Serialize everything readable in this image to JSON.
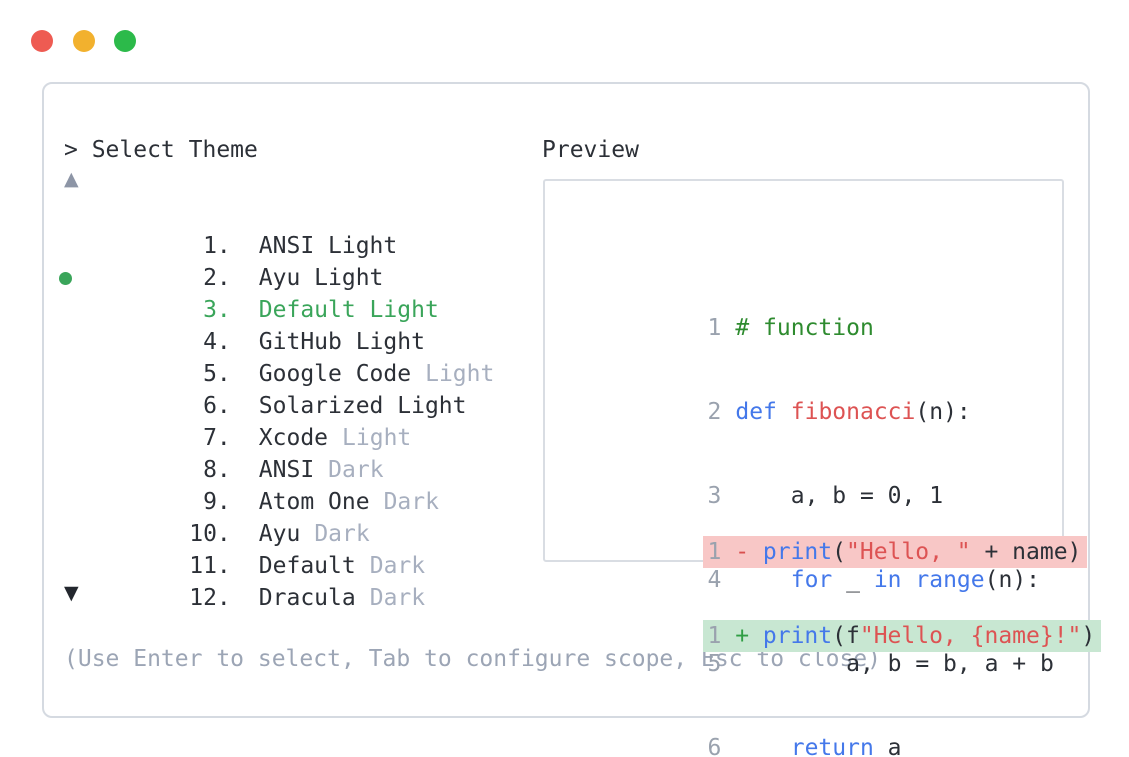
{
  "window": {
    "controls": [
      {
        "name": "close",
        "color": "#ee5b52"
      },
      {
        "name": "minimize",
        "color": "#f2b12e"
      },
      {
        "name": "zoom",
        "color": "#2cba4a"
      }
    ]
  },
  "picker": {
    "prompt": "> Select Theme",
    "scroll_up": "▲",
    "scroll_down": "▼",
    "help": "(Use Enter to select, Tab to configure scope, Esc to close)",
    "selected_index": 3,
    "items": [
      {
        "number": "1.",
        "name": "ANSI Light",
        "suffix": "",
        "selected": false
      },
      {
        "number": "2.",
        "name": "Ayu Light",
        "suffix": "",
        "selected": false
      },
      {
        "number": "3.",
        "name": "Default Light",
        "suffix": "",
        "selected": true
      },
      {
        "number": "4.",
        "name": "GitHub Light",
        "suffix": "",
        "selected": false
      },
      {
        "number": "5.",
        "name": "Google Code",
        "suffix": "Light",
        "selected": false
      },
      {
        "number": "6.",
        "name": "Solarized Light",
        "suffix": "",
        "selected": false
      },
      {
        "number": "7.",
        "name": "Xcode",
        "suffix": "Light",
        "selected": false
      },
      {
        "number": "8.",
        "name": "ANSI",
        "suffix": "Dark",
        "selected": false
      },
      {
        "number": "9.",
        "name": "Atom One",
        "suffix": "Dark",
        "selected": false
      },
      {
        "number": "10.",
        "name": "Ayu",
        "suffix": "Dark",
        "selected": false
      },
      {
        "number": "11.",
        "name": "Default",
        "suffix": "Dark",
        "selected": false
      },
      {
        "number": "12.",
        "name": "Dracula",
        "suffix": "Dark",
        "selected": false
      }
    ]
  },
  "preview": {
    "label": "Preview",
    "code_lines": [
      {
        "num": "1",
        "segs": [
          {
            "c": "tok-com",
            "t": "# function"
          }
        ]
      },
      {
        "num": "2",
        "segs": [
          {
            "c": "tok-kw",
            "t": "def"
          },
          {
            "c": "tok-pl",
            "t": " "
          },
          {
            "c": "tok-fn",
            "t": "fibonacci"
          },
          {
            "c": "tok-pl",
            "t": "(n):"
          }
        ]
      },
      {
        "num": "3",
        "segs": [
          {
            "c": "tok-pl",
            "t": "    a, b = 0, 1"
          }
        ]
      },
      {
        "num": "4",
        "segs": [
          {
            "c": "tok-pl",
            "t": "    "
          },
          {
            "c": "tok-kw",
            "t": "for"
          },
          {
            "c": "tok-pl",
            "t": " _ "
          },
          {
            "c": "tok-kw",
            "t": "in"
          },
          {
            "c": "tok-pl",
            "t": " "
          },
          {
            "c": "tok-kw",
            "t": "range"
          },
          {
            "c": "tok-pl",
            "t": "(n):"
          }
        ]
      },
      {
        "num": "5",
        "segs": [
          {
            "c": "tok-pl",
            "t": "        a, b = b, a + b"
          }
        ]
      },
      {
        "num": "6",
        "segs": [
          {
            "c": "tok-pl",
            "t": "    "
          },
          {
            "c": "tok-kw",
            "t": "return"
          },
          {
            "c": "tok-pl",
            "t": " a"
          }
        ]
      }
    ],
    "diff_lines": [
      {
        "type": "removed",
        "num": "1",
        "segs": [
          {
            "c": "tok-del",
            "t": " - "
          },
          {
            "c": "tok-kw",
            "t": "print"
          },
          {
            "c": "tok-pl",
            "t": "("
          },
          {
            "c": "tok-str",
            "t": "\"Hello, \""
          },
          {
            "c": "tok-pl",
            "t": " + name)"
          }
        ]
      },
      {
        "type": "added",
        "num": "1",
        "segs": [
          {
            "c": "tok-add",
            "t": " + "
          },
          {
            "c": "tok-kw",
            "t": "print"
          },
          {
            "c": "tok-pl",
            "t": "(f"
          },
          {
            "c": "tok-str",
            "t": "\"Hello, {name}!\""
          },
          {
            "c": "tok-pl",
            "t": ")"
          }
        ]
      }
    ]
  },
  "colors": {
    "text": "#2c3037",
    "muted": "#a7afbf",
    "line_number": "#9aa2ae",
    "selected_green": "#3aa55a",
    "comment_green": "#2e8b2f",
    "keyword_blue": "#4478ea",
    "string_red": "#dd5353",
    "diff_removed_bg": "#f8c7c6",
    "diff_added_bg": "#c8e7d2",
    "panel_border": "#d5dae1",
    "preview_border": "#d9dde3",
    "traffic_red": "#ee5b52",
    "traffic_yellow": "#f2b12e",
    "traffic_green": "#2cba4a"
  }
}
